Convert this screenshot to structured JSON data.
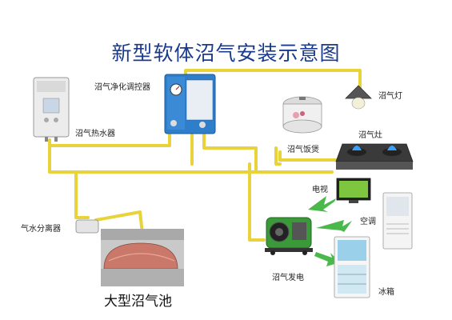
{
  "title": "新型软体沼气安装示意图",
  "labels": {
    "purifier": "沼气净化调控器",
    "water_heater": "沼气热水器",
    "lamp": "沼气灯",
    "rice_cooker": "沼气饭煲",
    "stove": "沼气灶",
    "tv": "电视",
    "separator": "气水分离器",
    "ac": "空调",
    "generator": "沼气发电",
    "fridge": "冰箱",
    "tank": "大型沼气池"
  },
  "colors": {
    "pipe": "#e8d43a",
    "pipe_outline": "#c9b020",
    "title": "#1a3a8c",
    "arrow": "#4ab84a"
  },
  "icons": [
    "water-heater-icon",
    "purifier-icon",
    "lamp-icon",
    "rice-cooker-icon",
    "stove-icon",
    "tv-icon",
    "air-conditioner-icon",
    "generator-icon",
    "fridge-icon",
    "separator-icon",
    "biogas-tank-icon"
  ]
}
